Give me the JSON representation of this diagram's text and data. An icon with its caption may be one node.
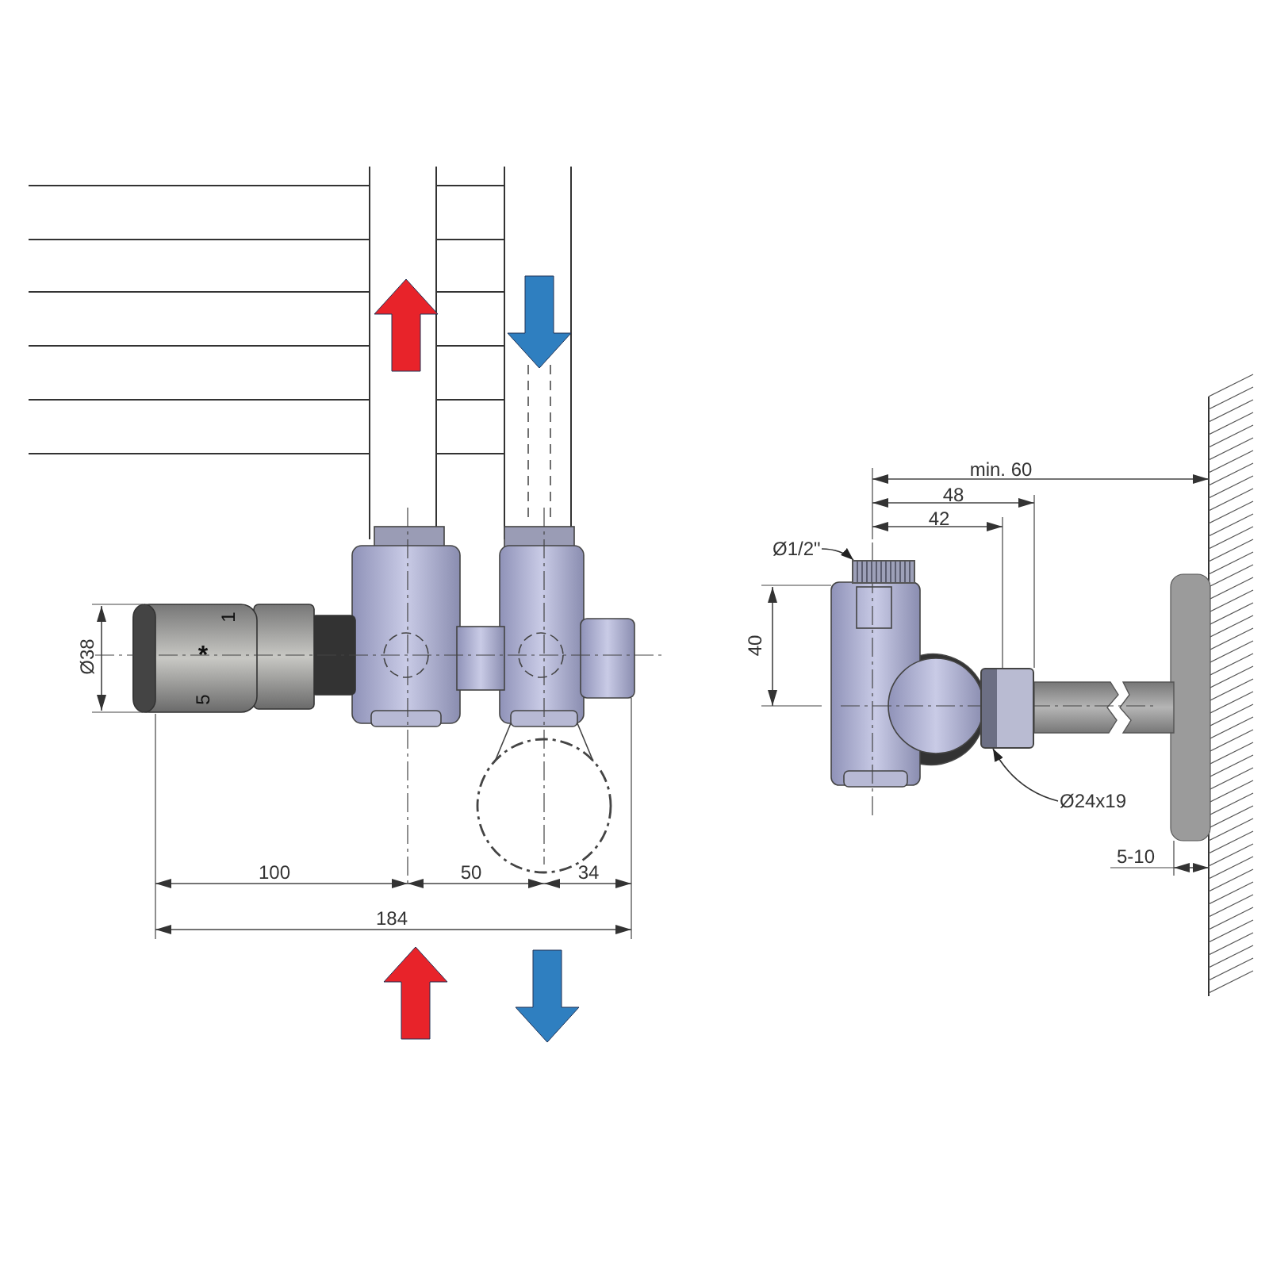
{
  "diagram": {
    "nodes": [
      {
        "text": [
          "Ø1/2\""
        ]
      },
      {
        "text": [],
        "shape": "picture"
      },
      {
        "text": [
          "Ø24x19"
        ]
      },
      {
        "text": [],
        "shape": "picture"
      }
    ],
    "edges": [
      {
        "from": 0,
        "to": 1,
        "arrow": "to"
      },
      {
        "from": 2,
        "to": 3,
        "arrow": "to"
      }
    ],
    "labels": [
      "min. 60",
      "48",
      "42",
      "Ø38",
      "1",
      "*",
      "40",
      "5",
      "100",
      "50",
      "34",
      "184",
      "5-10"
    ]
  }
}
